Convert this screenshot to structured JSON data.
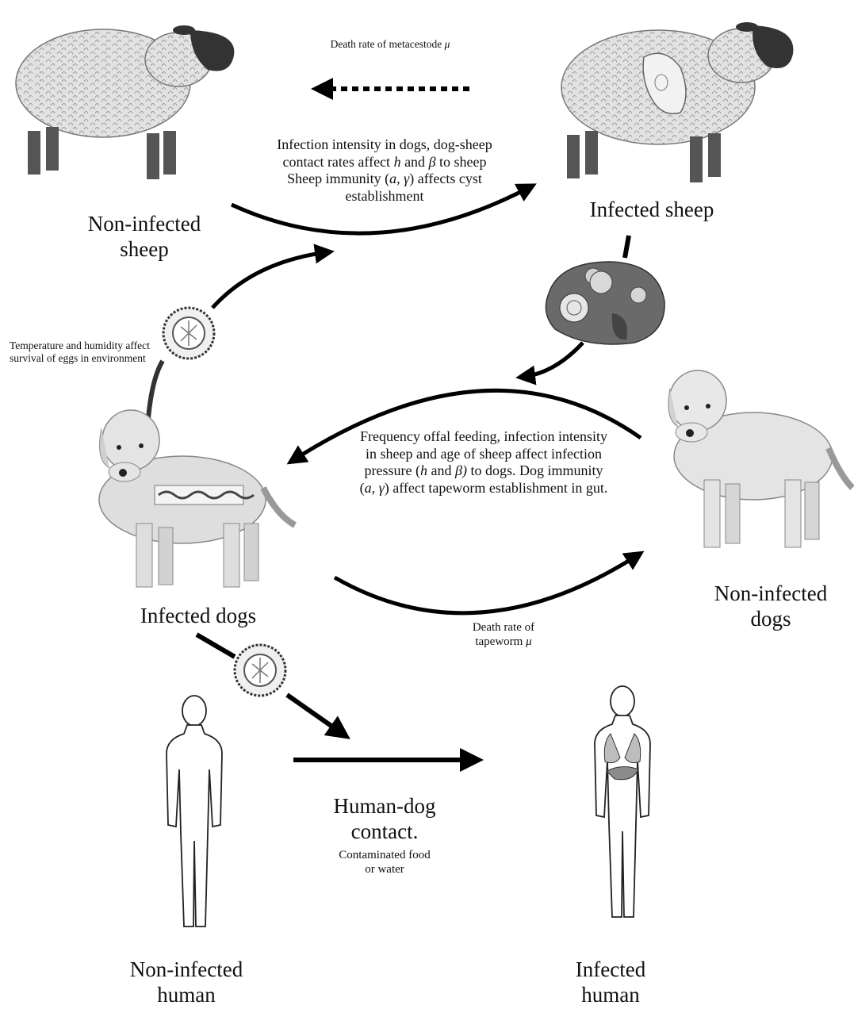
{
  "nodes": {
    "noninfected_sheep": "Non-infected sheep",
    "infected_sheep": "Infected sheep",
    "infected_dogs": "Infected dogs",
    "noninfected_dogs": "Non-infected dogs",
    "noninfected_human": "Non-infected human",
    "infected_human": "Infected human"
  },
  "annotations": {
    "death_metacestode": {
      "text": "Death rate of metacestode ",
      "symbol": "μ"
    },
    "sheep_infection": {
      "line1": "Infection intensity in dogs, dog-sheep",
      "line2a": "contact rates affect ",
      "line2h": "h",
      "line2b": " and ",
      "line2beta": "β",
      "line2c": " to sheep",
      "line3a": "Sheep immunity (",
      "line3vars": "a, γ",
      "line3b": ") affects cyst",
      "line4": "establishment"
    },
    "environment": "Temperature and humidity affect survival of eggs in environment",
    "dog_infection": {
      "line1": "Frequency offal feeding, infection intensity",
      "line2": "in sheep and age of sheep affect infection",
      "line3a": "pressure (",
      "line3h": "h",
      "line3b": " and ",
      "line3beta": "β)",
      "line3c": " to dogs. Dog immunity",
      "line4a": "(",
      "line4vars": "a, γ",
      "line4b": ") affect tapeworm establishment in gut."
    },
    "death_tapeworm": {
      "line1": "Death rate of",
      "line2": "tapeworm ",
      "symbol": "μ"
    },
    "human_contact": {
      "title": "Human-dog contact.",
      "line1": "Contaminated food",
      "line2": "or water"
    }
  }
}
